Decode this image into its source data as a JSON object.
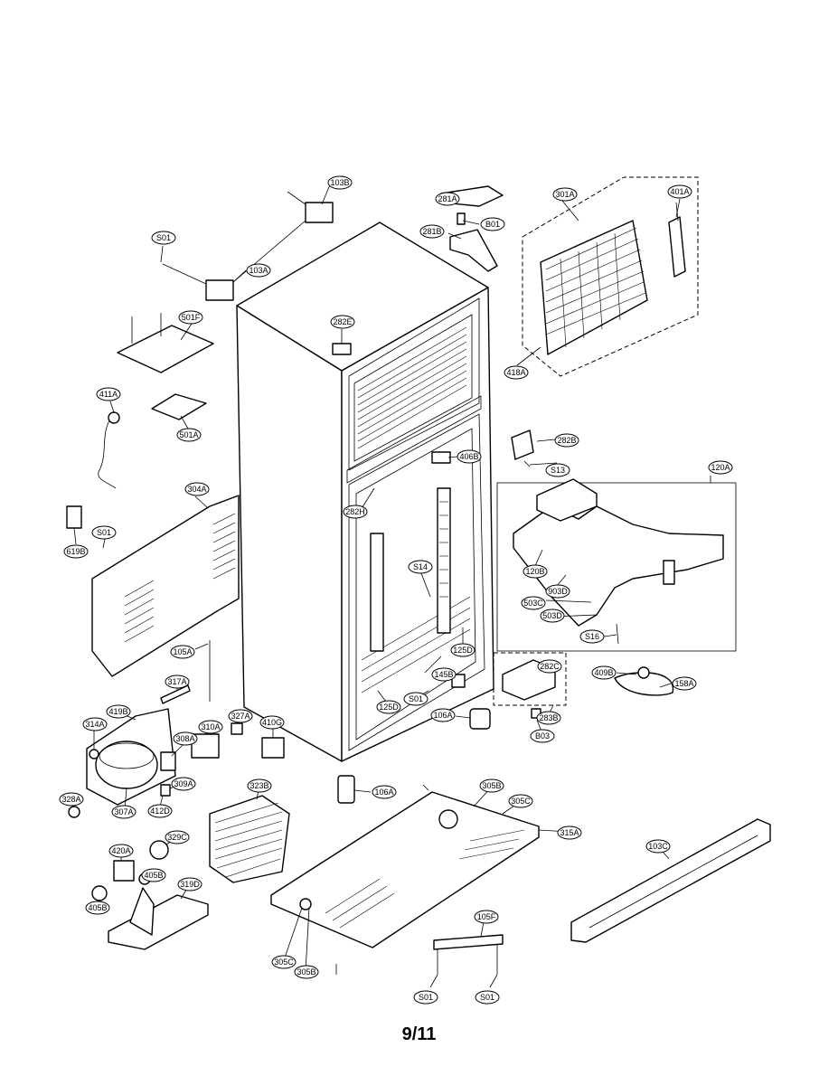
{
  "page": {
    "number": "9/11"
  },
  "callouts": [
    {
      "label": "103B"
    },
    {
      "label": "281A"
    },
    {
      "label": "301A"
    },
    {
      "label": "401A"
    },
    {
      "label": "S01"
    },
    {
      "label": "B01"
    },
    {
      "label": "281B"
    },
    {
      "label": "103A"
    },
    {
      "label": "501F"
    },
    {
      "label": "282E"
    },
    {
      "label": "418A"
    },
    {
      "label": "411A"
    },
    {
      "label": "501A"
    },
    {
      "label": "282B"
    },
    {
      "label": "406B"
    },
    {
      "label": "S13"
    },
    {
      "label": "120A"
    },
    {
      "label": "304A"
    },
    {
      "label": "282H"
    },
    {
      "label": "S01"
    },
    {
      "label": "619B"
    },
    {
      "label": "S14"
    },
    {
      "label": "120B"
    },
    {
      "label": "903D"
    },
    {
      "label": "503C"
    },
    {
      "label": "503D"
    },
    {
      "label": "105A"
    },
    {
      "label": "S16"
    },
    {
      "label": "125D"
    },
    {
      "label": "282C"
    },
    {
      "label": "145B"
    },
    {
      "label": "409B"
    },
    {
      "label": "158A"
    },
    {
      "label": "317A"
    },
    {
      "label": "S01"
    },
    {
      "label": "125D"
    },
    {
      "label": "419B"
    },
    {
      "label": "106A"
    },
    {
      "label": "283B"
    },
    {
      "label": "327A"
    },
    {
      "label": "410G"
    },
    {
      "label": "314A"
    },
    {
      "label": "308A"
    },
    {
      "label": "310A"
    },
    {
      "label": "B03"
    },
    {
      "label": "309A"
    },
    {
      "label": "323B"
    },
    {
      "label": "106A"
    },
    {
      "label": "305B"
    },
    {
      "label": "328A"
    },
    {
      "label": "307A"
    },
    {
      "label": "412D"
    },
    {
      "label": "305C"
    },
    {
      "label": "315A"
    },
    {
      "label": "329C"
    },
    {
      "label": "420A"
    },
    {
      "label": "103C"
    },
    {
      "label": "405B"
    },
    {
      "label": "319D"
    },
    {
      "label": "405B"
    },
    {
      "label": "105F"
    },
    {
      "label": "305C"
    },
    {
      "label": "305B"
    },
    {
      "label": "S01"
    },
    {
      "label": "S01"
    }
  ]
}
